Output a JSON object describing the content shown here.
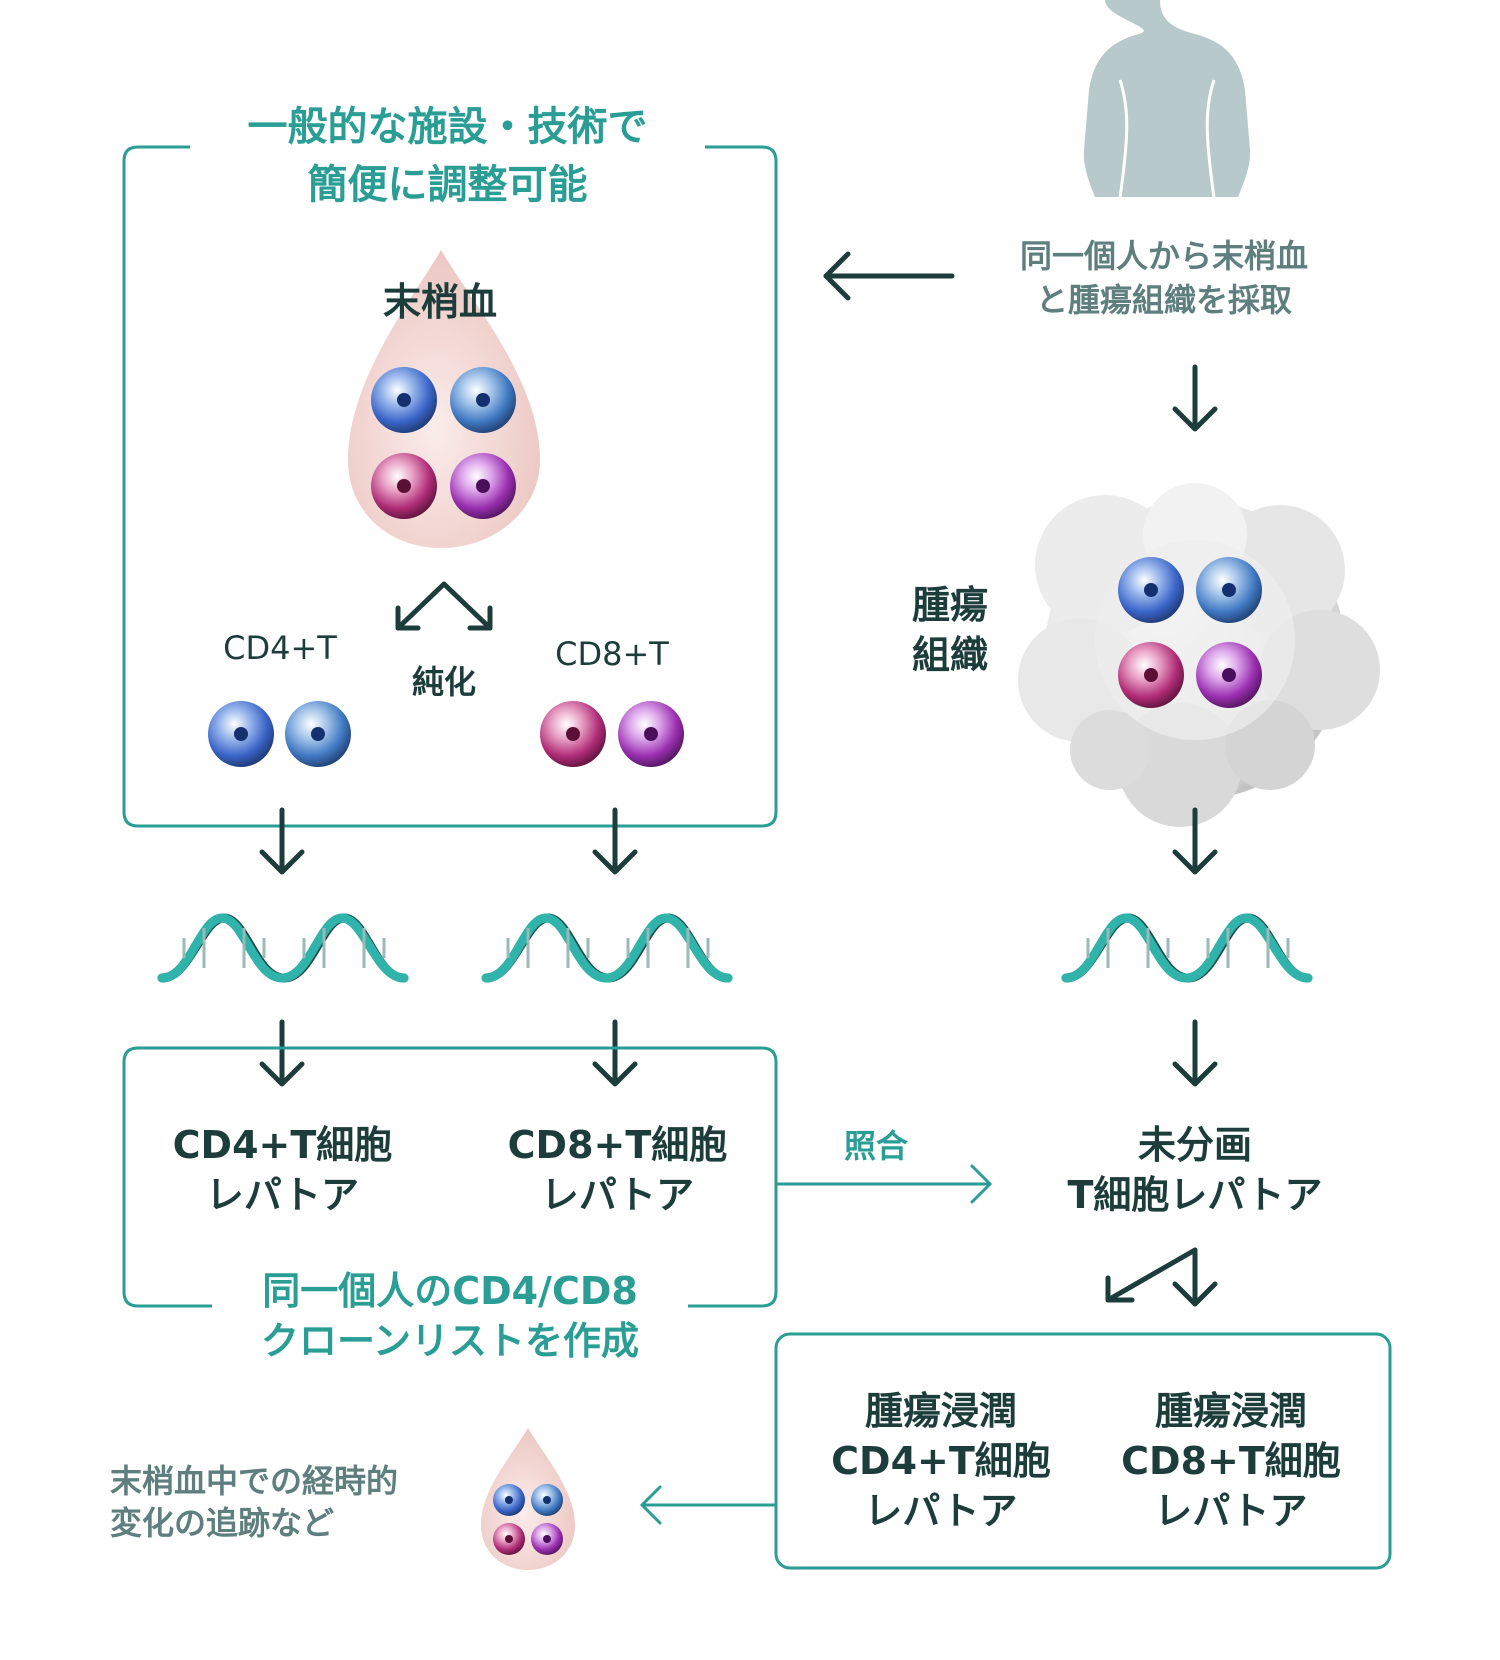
{
  "colors": {
    "teal": "#2a9d95",
    "dark_teal": "#1d3d3b",
    "gray_teal": "#5f7f7f",
    "silhouette": "#b7c9ca",
    "blood_drop": "#f2d6d3",
    "cd4_cell": "#3a64c8",
    "cd8_cell_a": "#b02d78",
    "cd8_cell_b": "#9a2fb0"
  },
  "top_box": {
    "title": "一般的な施設・技術で\n簡便に調整可能"
  },
  "peripheral_blood": {
    "label": "末梢血"
  },
  "purification": {
    "label": "純化"
  },
  "cd4_label": "CD4+T",
  "cd8_label": "CD8+T",
  "collection": {
    "label": "同一個人から末梢血\nと腫瘍組織を採取"
  },
  "tumor_tissue": {
    "label": "腫瘍\n組織"
  },
  "repertoire_box": {
    "cd4": "CD4+T細胞\nレパトア",
    "cd8": "CD8+T細胞\nレパトア",
    "caption": "同一個人のCD4/CD8\nクローンリストを作成"
  },
  "matching": {
    "label": "照合"
  },
  "unfractionated": {
    "label": "未分画\nT細胞レパトア"
  },
  "infiltrating_box": {
    "cd4": "腫瘍浸潤\nCD4+T細胞\nレパトア",
    "cd8": "腫瘍浸潤\nCD8+T細胞\nレパトア"
  },
  "tracking": {
    "label": "末梢血中での経時的\n変化の追跡など"
  },
  "icons": [
    "human-silhouette-icon",
    "blood-drop-icon",
    "t-cell-icon",
    "tumor-tissue-icon",
    "dna-strand-icon",
    "arrow-icon"
  ]
}
